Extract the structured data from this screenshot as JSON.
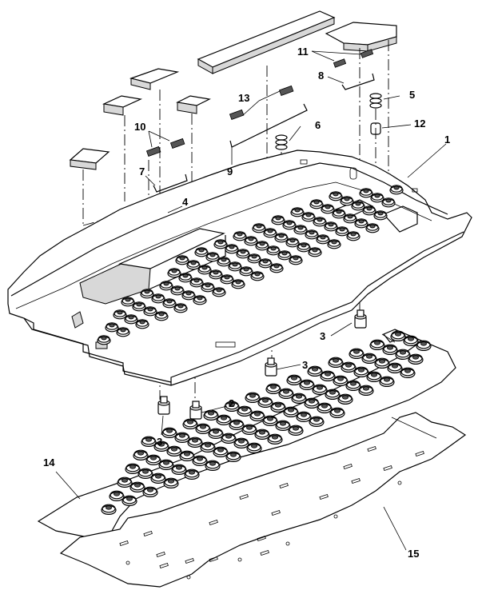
{
  "callouts": {
    "c1": "1",
    "c2": "2",
    "c3a": "3",
    "c3b": "3",
    "c3c": "3",
    "c4": "4",
    "c5": "5",
    "c6": "6",
    "c7": "7",
    "c8": "8",
    "c9": "9",
    "c10": "10",
    "c11": "11",
    "c12": "12",
    "c13": "13",
    "c14": "14",
    "c15": "15"
  }
}
